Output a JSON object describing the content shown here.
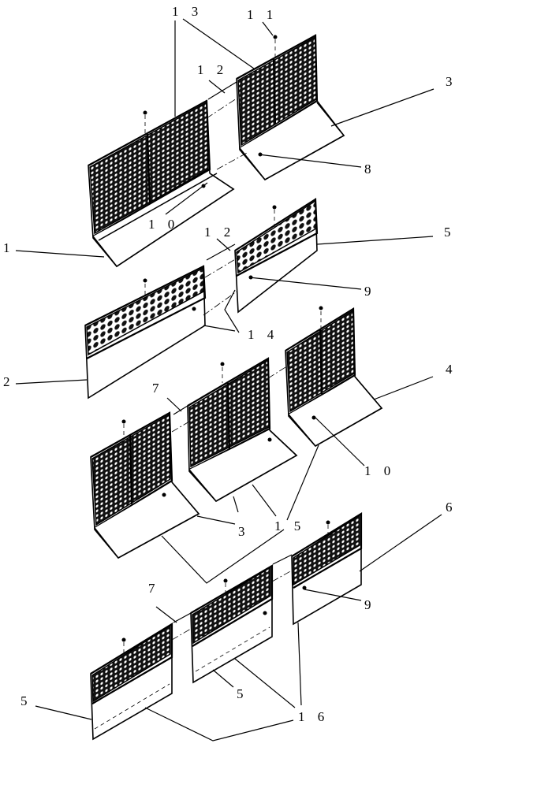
{
  "diagram": {
    "callouts": [
      {
        "id": "c13",
        "text": "1 3"
      },
      {
        "id": "c11",
        "text": "1 1"
      },
      {
        "id": "c12a",
        "text": "1 2"
      },
      {
        "id": "c3a",
        "text": "3"
      },
      {
        "id": "c8",
        "text": "8"
      },
      {
        "id": "c10a",
        "text": "1 0"
      },
      {
        "id": "c12b",
        "text": "1 2"
      },
      {
        "id": "c5a",
        "text": "5"
      },
      {
        "id": "c1",
        "text": "1"
      },
      {
        "id": "c9a",
        "text": "9"
      },
      {
        "id": "c14",
        "text": "1 4"
      },
      {
        "id": "c2",
        "text": "2"
      },
      {
        "id": "c4",
        "text": "4"
      },
      {
        "id": "c7a",
        "text": "7"
      },
      {
        "id": "c10b",
        "text": "1 0"
      },
      {
        "id": "c3b",
        "text": "3"
      },
      {
        "id": "c15",
        "text": "1 5"
      },
      {
        "id": "c6",
        "text": "6"
      },
      {
        "id": "c7b",
        "text": "7"
      },
      {
        "id": "c9b",
        "text": "9"
      },
      {
        "id": "c5b",
        "text": "5"
      },
      {
        "id": "c16",
        "text": "1 6"
      },
      {
        "id": "c5c",
        "text": "5"
      }
    ]
  }
}
